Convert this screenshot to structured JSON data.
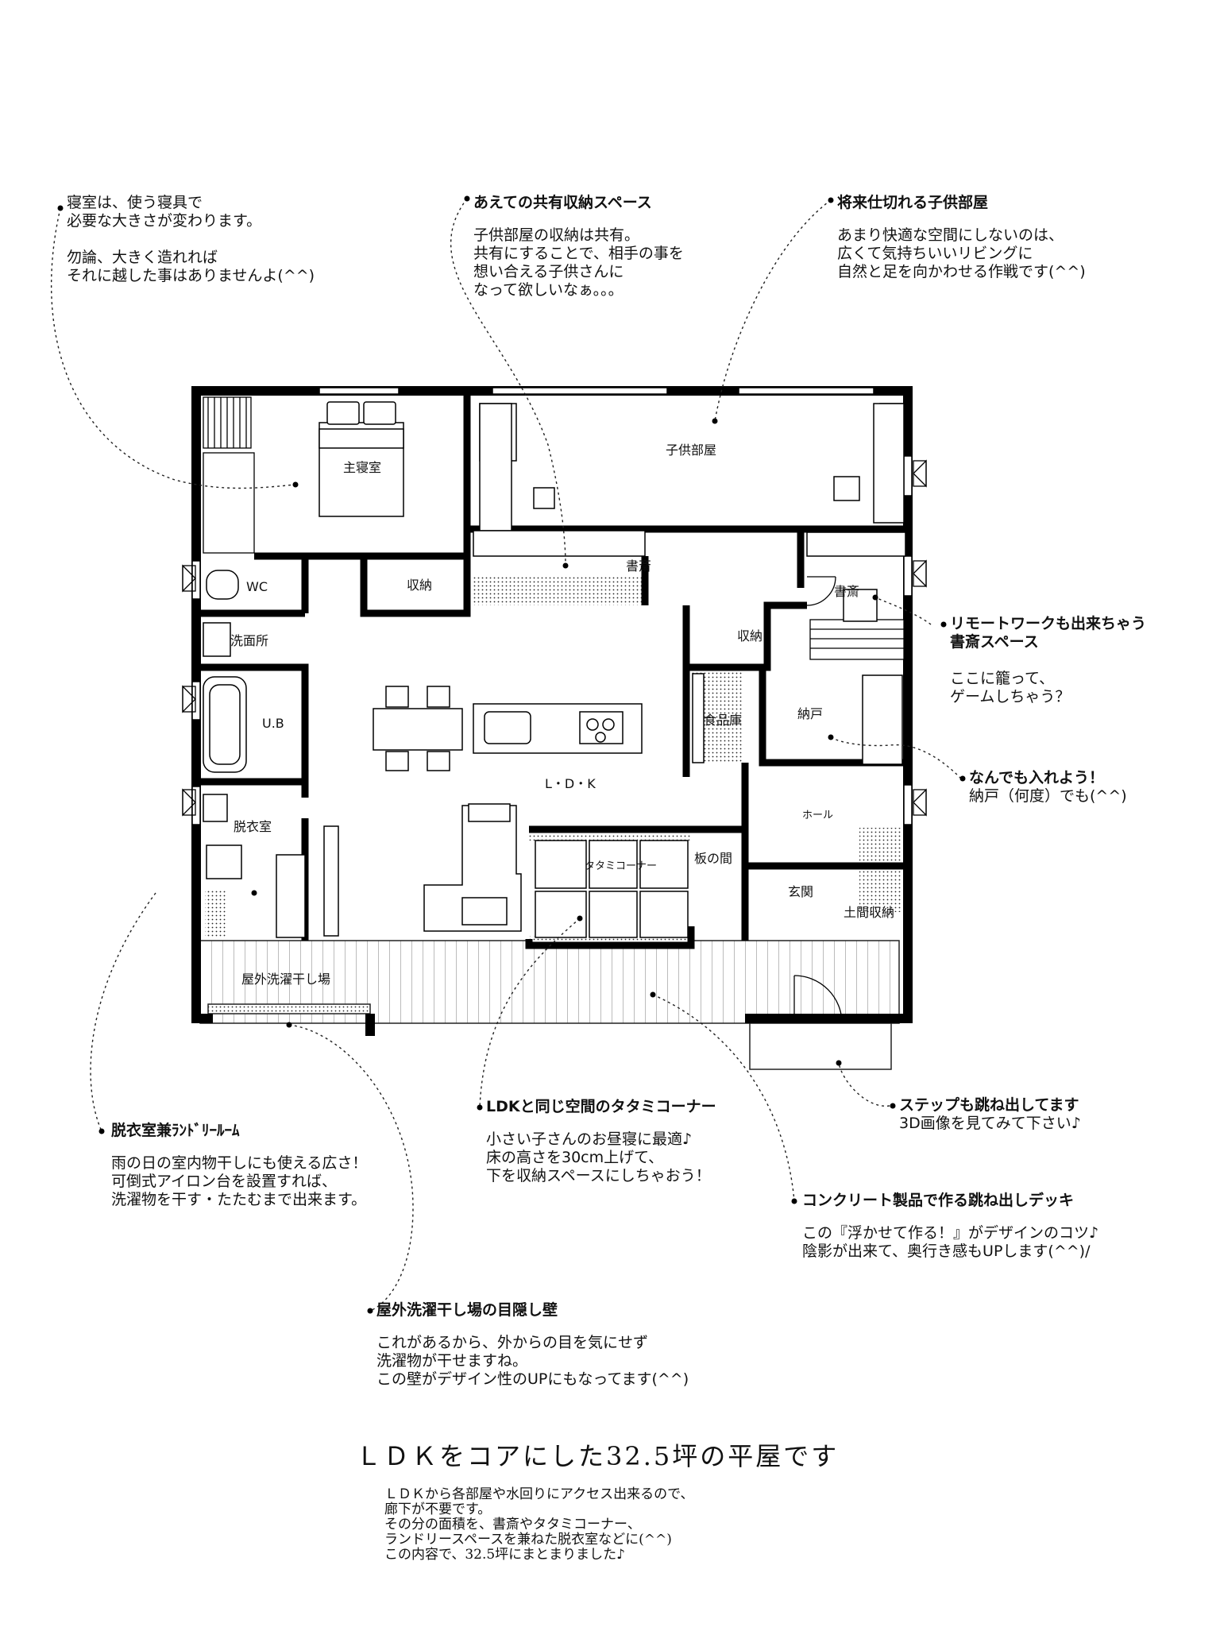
{
  "rooms": {
    "master_bedroom": "主寝室",
    "kids_room": "子供部屋",
    "wc": "WC",
    "storage_1": "収納",
    "study": "書斎",
    "study_2": "書斎",
    "washroom": "洗面所",
    "storage_2": "収納",
    "ub": "U.B",
    "pantry": "食品庫",
    "closet": "納戸",
    "ldk": "L・D・K",
    "hall": "ホール",
    "dressing": "脱衣室",
    "tatami": "タタミコーナー",
    "wood_floor": "板の間",
    "entrance": "玄関",
    "doma_storage": "土間収納",
    "outdoor_drying": "屋外洗濯干し場"
  },
  "annotations": {
    "bedroom": {
      "title": "寝室は、使う寝具で",
      "lines": [
        "必要な大きさが変わります。",
        "",
        "勿論、大きく造れれば",
        "それに越した事はありませんよ(^^)"
      ]
    },
    "shared_storage": {
      "title": "あえての共有収納スペース",
      "lines": [
        "子供部屋の収納は共有。",
        "共有にすることで、相手の事を",
        "想い合える子供さんに",
        "なって欲しいなぁ。。。"
      ]
    },
    "kids_room": {
      "title": "将来仕切れる子供部屋",
      "lines": [
        "あまり快適な空間にしないのは、",
        "広くて気持ちいいリビングに",
        "自然と足を向かわせる作戦です(^^)"
      ]
    },
    "remote_work": {
      "title": "リモートワークも出来ちゃう",
      "lines": [
        "書斎スペース",
        "",
        "ここに籠って、",
        "ゲームしちゃう？"
      ]
    },
    "closet": {
      "title": "なんでも入れよう！",
      "lines": [
        "納戸（何度）でも(^^)"
      ]
    },
    "step": {
      "title": "ステップも跳ね出してます",
      "lines": [
        "3D画像を見てみて下さい♪"
      ]
    },
    "laundry": {
      "title": "脱衣室兼ﾗﾝﾄﾞﾘｰﾙｰﾑ",
      "lines": [
        "雨の日の室内物干しにも使える広さ！",
        "可倒式アイロン台を設置すれば、",
        "洗濯物を干す・たたむまで出来ます。"
      ]
    },
    "tatami": {
      "title": "LDKと同じ空間のタタミコーナー",
      "lines": [
        "小さい子さんのお昼寝に最適♪",
        "床の高さを30cm上げて、",
        "下を収納スペースにしちゃおう！"
      ]
    },
    "deck": {
      "title": "コンクリート製品で作る跳ね出しデッキ",
      "lines": [
        "この『浮かせて作る！』がデザインのコツ♪",
        "陰影が出来て、奥行き感もUPします(^^)/"
      ]
    },
    "screen_wall": {
      "title": "屋外洗濯干し場の目隠し壁",
      "lines": [
        "これがあるから、外からの目を気にせず",
        "洗濯物が干せますね。",
        "この壁がデザイン性のUPにもなってます(^^)"
      ]
    }
  },
  "summary": {
    "title": "ＬＤＫをコアにした32.5坪の平屋です",
    "lines": [
      "ＬＤＫから各部屋や水回りにアクセス出来るので、",
      "廊下が不要です。",
      "その分の面積を、書斎やタタミコーナー、",
      "ランドリースペースを兼ねた脱衣室などに(^^)",
      "この内容で、32.5坪にまとまりました♪"
    ]
  }
}
